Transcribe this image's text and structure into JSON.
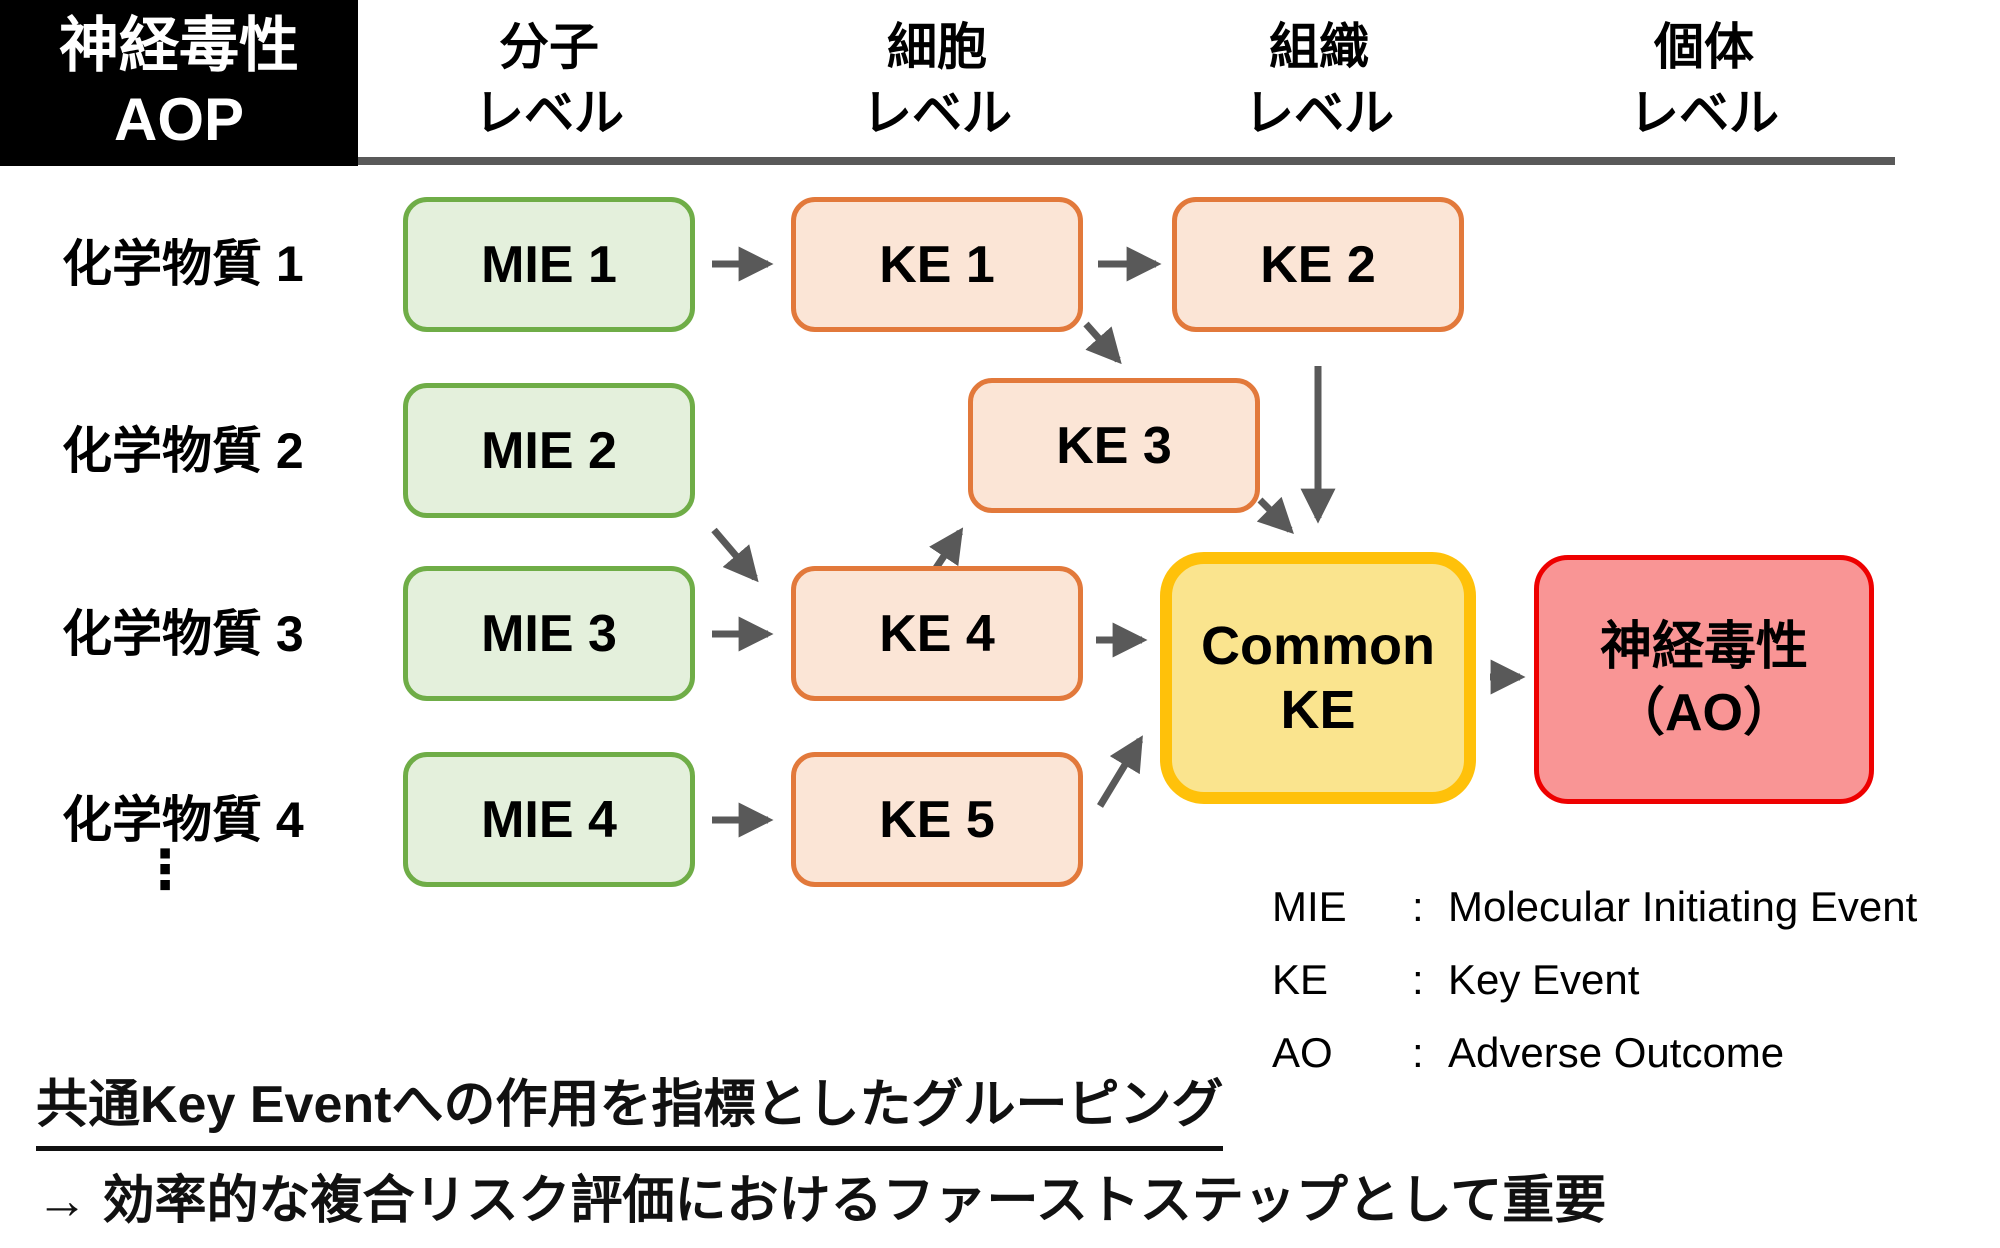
{
  "title_box": {
    "line1": "神経毒性",
    "line2": "AOP"
  },
  "column_headers": [
    {
      "line1": "分子",
      "line2": "レベル"
    },
    {
      "line1": "細胞",
      "line2": "レベル"
    },
    {
      "line1": "組織",
      "line2": "レベル"
    },
    {
      "line1": "個体",
      "line2": "レベル"
    }
  ],
  "row_labels": [
    "化学物質 1",
    "化学物質 2",
    "化学物質 3",
    "化学物質 4"
  ],
  "ellipsis": "⋮",
  "nodes": {
    "mie1": {
      "label": "MIE 1"
    },
    "mie2": {
      "label": "MIE 2"
    },
    "mie3": {
      "label": "MIE 3"
    },
    "mie4": {
      "label": "MIE 4"
    },
    "ke1": {
      "label": "KE 1"
    },
    "ke2": {
      "label": "KE 2"
    },
    "ke3": {
      "label": "KE 3"
    },
    "ke4": {
      "label": "KE 4"
    },
    "ke5": {
      "label": "KE 5"
    },
    "common": {
      "line1": "Common",
      "line2": "KE"
    },
    "ao": {
      "line1": "神経毒性",
      "line2": "（AO）"
    }
  },
  "legend": [
    {
      "term": "MIE",
      "sep": ":",
      "definition": "Molecular Initiating Event"
    },
    {
      "term": "KE",
      "sep": ":",
      "definition": "Key Event"
    },
    {
      "term": "AO",
      "sep": ":",
      "definition": "Adverse Outcome"
    }
  ],
  "footer": {
    "line1": "共通Key Eventへの作用を指標としたグルーピング",
    "line2": "→ 効率的な複合リスク評価におけるファーストステップとして重要"
  },
  "colors": {
    "header_bg": "#000000",
    "header_fg": "#ffffff",
    "line_gray": "#595959",
    "arrow_gray": "#595959",
    "green_fill": "#e4f0dc",
    "green_border": "#6fad47",
    "orange_fill": "#fbe5d6",
    "orange_border": "#e2793b",
    "yellow_fill": "#fae48e",
    "yellow_border": "#ffc10a",
    "red_fill": "#f99595",
    "red_border": "#ee0000"
  }
}
